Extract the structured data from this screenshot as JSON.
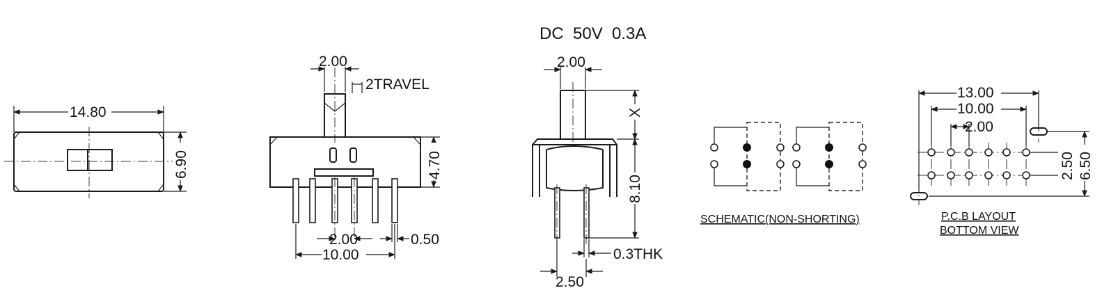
{
  "title": "DC  50V  0.3A",
  "front_view": {
    "width": "14.80",
    "height": "6.90"
  },
  "side_view": {
    "actuator_width": "2.00",
    "travel": "2TRAVEL",
    "body_height": "4.70",
    "pin_pitch": "2.00",
    "pin_span": "10.00",
    "pin_width": "0.50"
  },
  "end_view": {
    "actuator_width": "2.00",
    "actuator_height": "X",
    "total_height": "8.10",
    "pin_thickness": "0.3THK",
    "pin_spacing": "2.50"
  },
  "schematic": {
    "caption": "SCHEMATIC(NON-SHORTING)"
  },
  "pcb_layout": {
    "caption_line1": "P.C.B LAYOUT",
    "caption_line2": "BOTTOM VIEW",
    "mount_span": "13.00",
    "pin_span": "10.00",
    "pin_pitch": "2.00",
    "row_pitch": "2.50",
    "total_height": "6.50"
  }
}
